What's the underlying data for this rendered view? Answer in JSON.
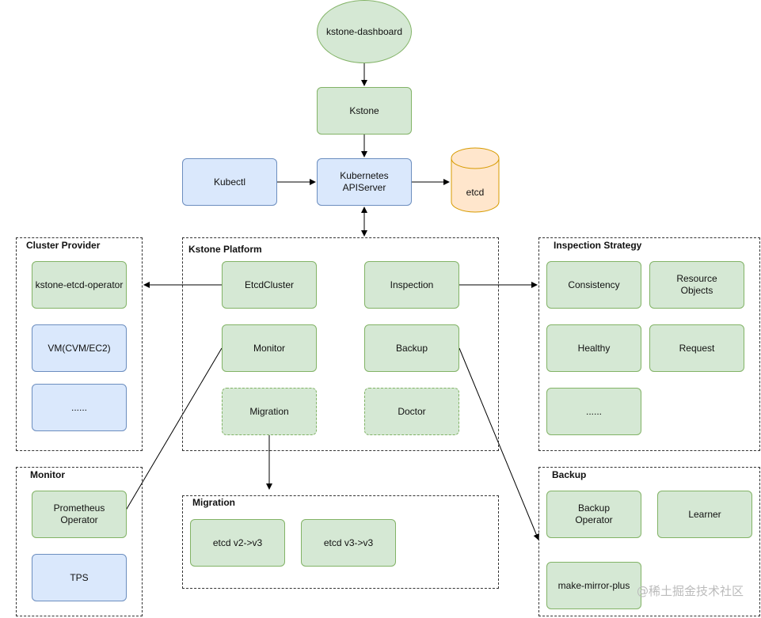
{
  "nodes": {
    "dashboard": "kstone-dashboard",
    "kstone": "Kstone",
    "kubectl": "Kubectl",
    "apiserver": "Kubernetes\nAPIServer",
    "etcd": "etcd"
  },
  "groups": {
    "cluster_provider": {
      "title": "Cluster Provider",
      "items": [
        "kstone-etcd-operator",
        "VM(CVM/EC2)",
        "......"
      ]
    },
    "platform": {
      "title": "Kstone  Platform",
      "items": [
        "EtcdCluster",
        "Inspection",
        "Monitor",
        "Backup",
        "Migration",
        "Doctor"
      ]
    },
    "inspection_strategy": {
      "title": "Inspection Strategy",
      "items": [
        "Consistency",
        "Resource\nObjects",
        "Healthy",
        "Request",
        "......"
      ]
    },
    "monitor": {
      "title": "Monitor",
      "items": [
        "Prometheus\nOperator",
        "TPS"
      ]
    },
    "migration": {
      "title": "Migration",
      "items": [
        "etcd v2->v3",
        "etcd v3->v3"
      ]
    },
    "backup": {
      "title": "Backup",
      "items": [
        "Backup\nOperator",
        "Learner",
        "make-mirror-plus"
      ]
    }
  },
  "watermark": "@稀土掘金技术社区",
  "colors": {
    "green_fill": "#d5e8d4",
    "green_stroke": "#82b366",
    "blue_fill": "#dae8fc",
    "blue_stroke": "#6c8ebf",
    "orange_fill": "#ffe6cc",
    "orange_stroke": "#d79b00"
  }
}
